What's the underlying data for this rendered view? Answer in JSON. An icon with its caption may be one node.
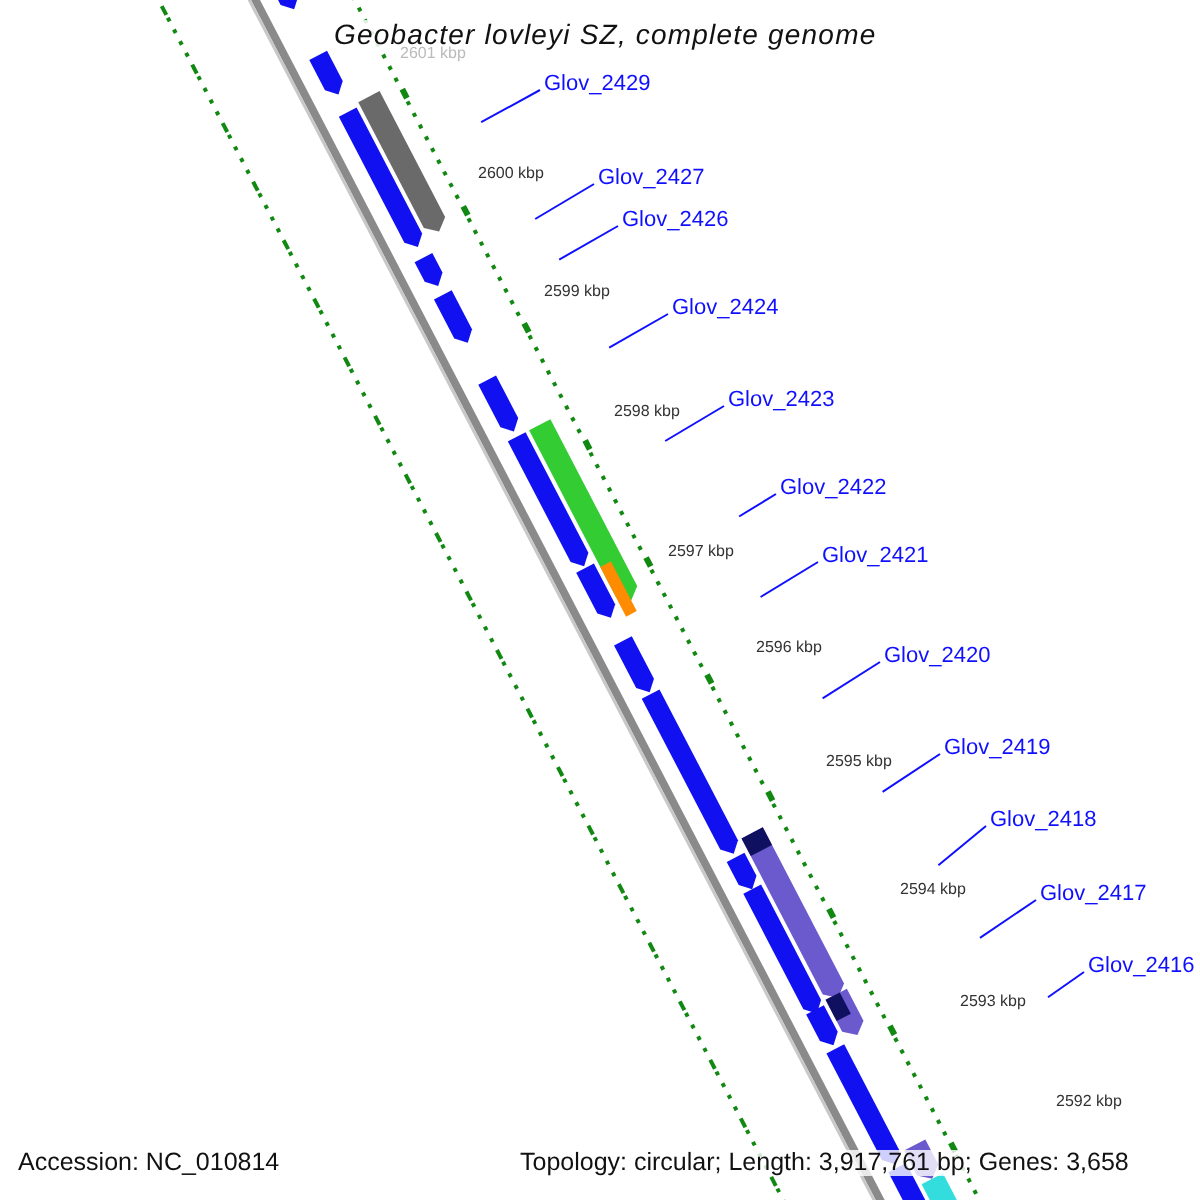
{
  "diagram": {
    "title": "Geobacter lovleyi SZ, complete genome",
    "nodes": [
      {
        "text": [
          "Glov_2429"
        ]
      },
      {
        "text": [
          "Glov_2427"
        ]
      },
      {
        "text": [
          "Glov_2426"
        ]
      },
      {
        "text": [
          "Glov_2424"
        ]
      },
      {
        "text": [
          "Glov_2423"
        ]
      },
      {
        "text": [
          "Glov_2422"
        ]
      },
      {
        "text": [
          "Glov_2421"
        ]
      },
      {
        "text": [
          "Glov_2420"
        ]
      },
      {
        "text": [
          "Glov_2419"
        ]
      },
      {
        "text": [
          "Glov_2418"
        ]
      },
      {
        "text": [
          "Glov_2417"
        ]
      },
      {
        "text": [
          "Glov_2416"
        ]
      }
    ],
    "edges": [
      {
        "from": 0,
        "to": null,
        "arrow": "none"
      },
      {
        "from": 1,
        "to": null,
        "arrow": "none"
      },
      {
        "from": 2,
        "to": null,
        "arrow": "none"
      },
      {
        "from": 3,
        "to": null,
        "arrow": "none"
      },
      {
        "from": 4,
        "to": null,
        "arrow": "none"
      },
      {
        "from": 5,
        "to": null,
        "arrow": "none"
      },
      {
        "from": 6,
        "to": null,
        "arrow": "none"
      },
      {
        "from": 7,
        "to": null,
        "arrow": "none"
      },
      {
        "from": 8,
        "to": null,
        "arrow": "none"
      },
      {
        "from": 9,
        "to": null,
        "arrow": "none"
      },
      {
        "from": 10,
        "to": null,
        "arrow": "none"
      },
      {
        "from": 11,
        "to": null,
        "arrow": "none"
      }
    ],
    "labels": [
      "2601 kbp",
      "2600 kbp",
      "2599 kbp",
      "2598 kbp",
      "2597 kbp",
      "2596 kbp",
      "2595 kbp",
      "2594 kbp",
      "2593 kbp",
      "2592 kbp",
      "Accession: NC_010814",
      "Topology: circular; Length: 3,917,761 bp; Genes: 3,658"
    ]
  }
}
